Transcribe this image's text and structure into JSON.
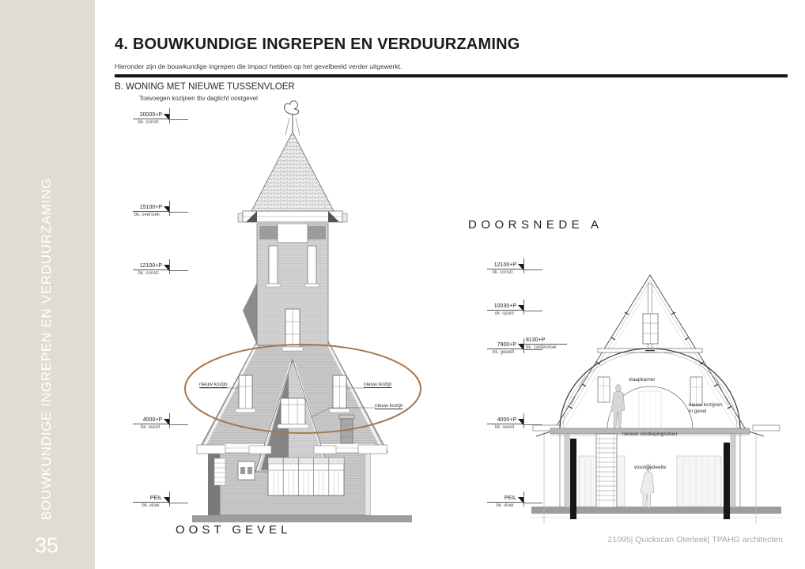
{
  "page": {
    "footer": "21095| Quickscan Oterleek| TPAHG architecten"
  },
  "sidebar": {
    "bg_color": "#dfddd2",
    "vertical_title": "BOUWKUNDIGE INGREPEN EN VERDUURZAMING",
    "page_number": "35"
  },
  "header": {
    "title": "4. BOUWKUNDIGE INGREPEN EN VERDUURZAMING",
    "subtitle": "Hieronder zijn de bouwkundige ingrepen die impact hebben op het gevelbeeld verder uitgewerkt.",
    "section_heading": "B. WONING MET NIEUWE TUSSENVLOER",
    "note": "Toevoegen kozijnen tbv daglicht oostgevel"
  },
  "elevation": {
    "caption": "OOST GEVEL",
    "highlight_color": "#a8764a",
    "levels": [
      {
        "value": "20000+P",
        "ref": "bk. constr."
      },
      {
        "value": "15100+P",
        "ref": "bk. overstek"
      },
      {
        "value": "12100+P",
        "ref": "bk. constr."
      },
      {
        "value": "4000+P",
        "ref": "bk. wand"
      },
      {
        "value": "PEIL",
        "ref": "bk. vloer"
      }
    ],
    "annotations": {
      "window_left": "nieuw kozijn",
      "window_right": "nieuw kozijn",
      "window_center": "nieuw kozijn"
    }
  },
  "section": {
    "caption": "DOORSNEDE A",
    "levels": [
      {
        "value": "12100+P",
        "ref": "bk. constr."
      },
      {
        "value": "10030+P",
        "ref": "ok. spant"
      },
      {
        "value": "7900+P",
        "ref": "bk. gewelf"
      },
      {
        "value": "8130+P",
        "ref": "bk. zoldervloer"
      },
      {
        "value": "4000+P",
        "ref": "bk. wand"
      },
      {
        "value": "PEIL",
        "ref": "bk. vloer"
      }
    ],
    "annotations": {
      "bedroom": "slaapkamer",
      "new_windows_line1": "nieuw kozijnen",
      "new_windows_line2": "in gevel",
      "new_floor": "nieuwe verdiepingsvloer",
      "living": "woongedeelte"
    }
  }
}
